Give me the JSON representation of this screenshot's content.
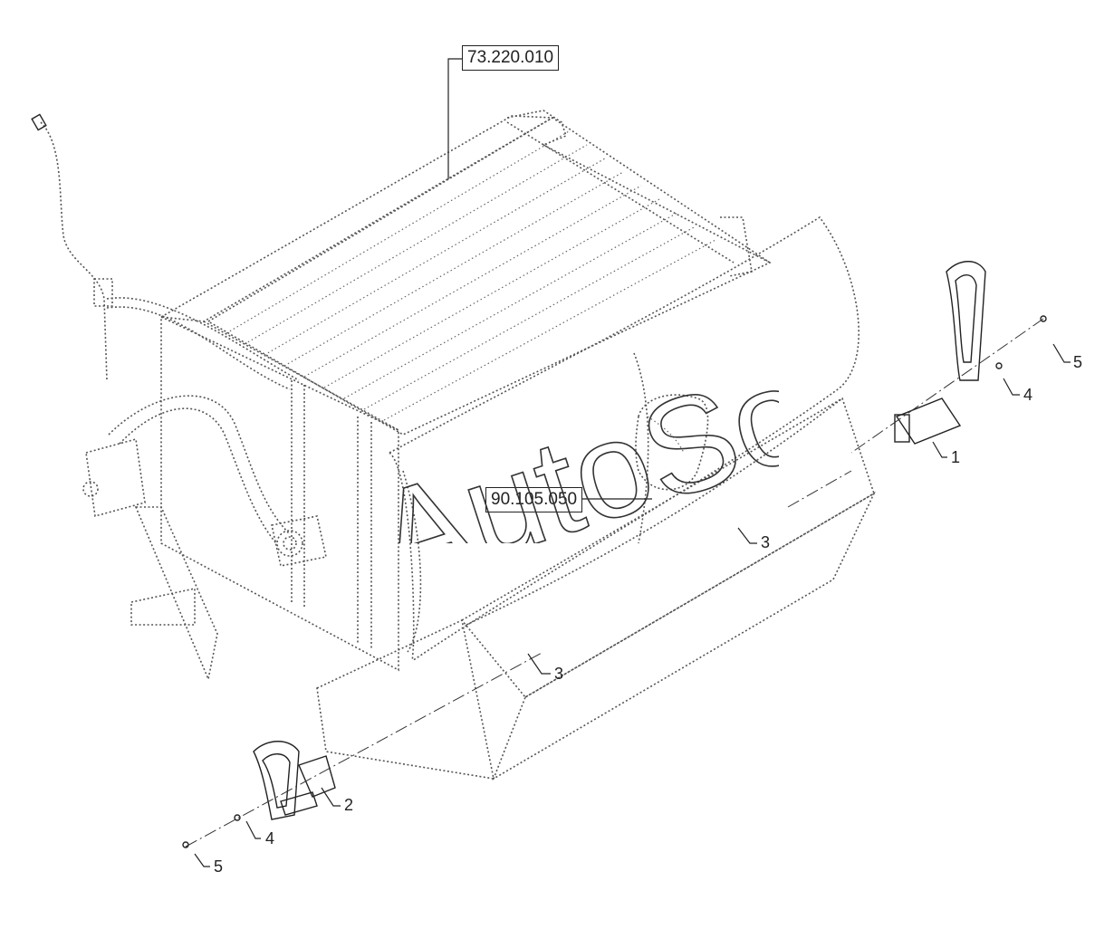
{
  "references": [
    {
      "id": "ref-top",
      "label": "73.220.010"
    },
    {
      "id": "ref-center",
      "label": "90.105.050"
    }
  ],
  "callouts": [
    "1",
    "2",
    "3",
    "3",
    "4",
    "4",
    "5",
    "5"
  ],
  "watermark": "AutoSoft",
  "colors": {
    "line": "#222222",
    "dotted": "#555555",
    "background": "#ffffff"
  }
}
